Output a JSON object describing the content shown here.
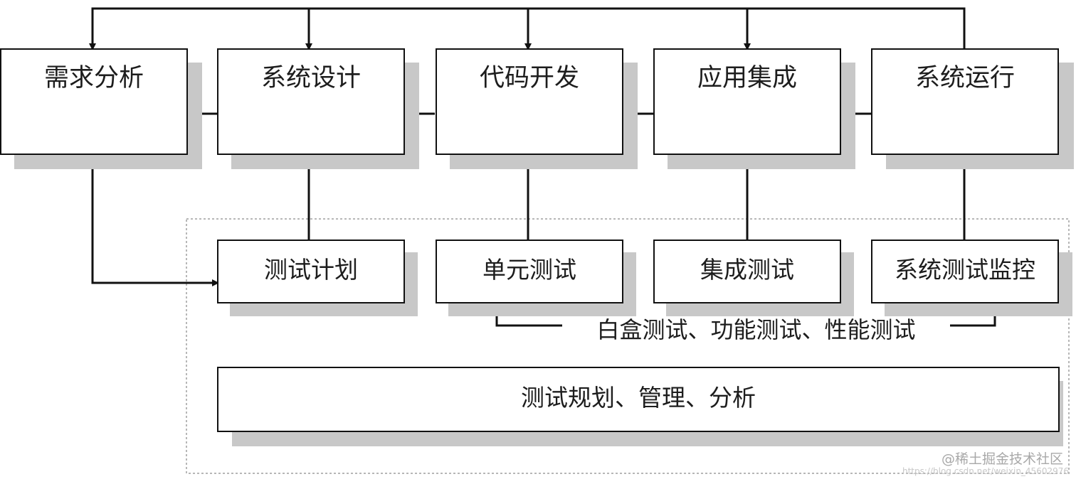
{
  "top_stages": [
    {
      "label": "需求分析"
    },
    {
      "label": "系统设计"
    },
    {
      "label": "代码开发"
    },
    {
      "label": "应用集成"
    },
    {
      "label": "系统运行"
    }
  ],
  "test_stages": [
    {
      "label": "测试计划"
    },
    {
      "label": "单元测试"
    },
    {
      "label": "集成测试"
    },
    {
      "label": "系统测试监控"
    }
  ],
  "test_types": "白盒测试、功能测试、性能测试",
  "management_bar": "测试规划、管理、分析",
  "watermark": {
    "site": "@稀土掘金技术社区",
    "url": "https://blog.csdn.net/weixin_45602976"
  },
  "colors": {
    "line": "#111111",
    "box_fill": "#ffffff",
    "shadow": "#c8c8c8",
    "dotted_frame": "#b7b7b7",
    "text": "#1d1d1d"
  }
}
